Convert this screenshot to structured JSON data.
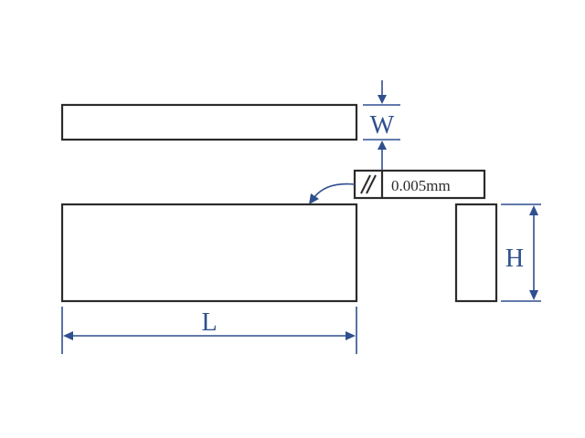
{
  "dimensions": {
    "width_label": "W",
    "length_label": "L",
    "height_label": "H"
  },
  "tolerance": {
    "symbol": "//",
    "value": "0.005mm"
  },
  "colors": {
    "outline": "#2b2b2b",
    "dimension": "#2f4f8f"
  }
}
